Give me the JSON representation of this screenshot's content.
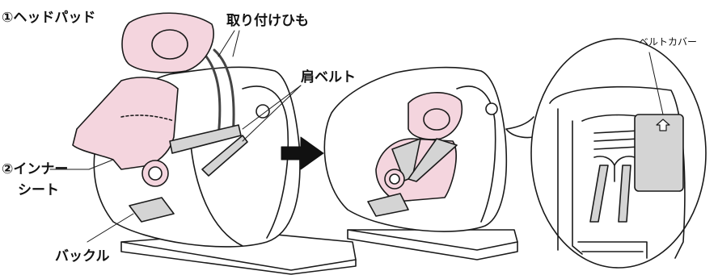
{
  "labels": {
    "headpad": "①ヘッドパッド",
    "straps": "取り付けひも",
    "shoulder_belt": "肩ベルト",
    "inner_seat_line1": "②インナー",
    "inner_seat_line2": "シート",
    "buckle": "バックル",
    "belt_cover": "ベルトカバー"
  },
  "colors": {
    "pink": "#f4d5de",
    "gray": "#d4d4d4",
    "line": "#1a1a1a"
  }
}
